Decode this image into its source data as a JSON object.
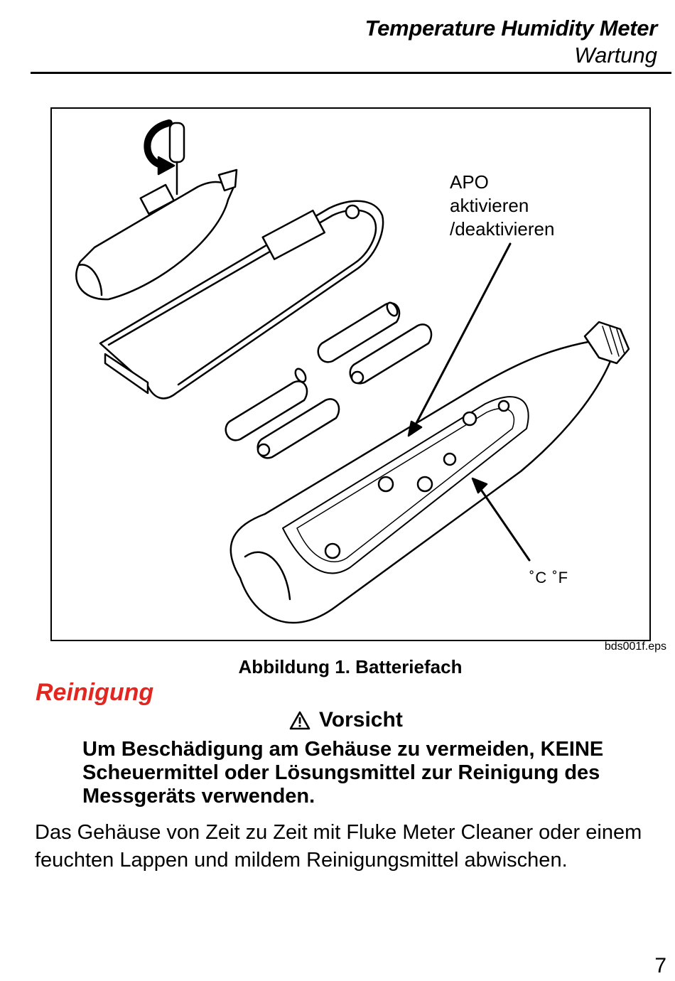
{
  "header": {
    "title": "Temperature Humidity Meter",
    "subtitle": "Wartung"
  },
  "figure": {
    "callout_apo_line1": "APO",
    "callout_apo_line2": "aktivieren",
    "callout_apo_line3": "/deaktivieren",
    "callout_unit": "˚C ˚F",
    "file_ref": "bds001f.eps",
    "caption": "Abbildung 1. Batteriefach"
  },
  "section": {
    "heading": "Reinigung",
    "caution_title": "Vorsicht",
    "caution_text": "Um Beschädigung am Gehäuse zu vermeiden, KEINE Scheuermittel oder Lösungsmittel zur Reinigung des Messgeräts verwenden.",
    "body_text": "Das Gehäuse von Zeit zu Zeit mit Fluke Meter Cleaner oder einem feuchten Lappen und mildem Reinigungsmittel abwischen."
  },
  "page_number": "7"
}
